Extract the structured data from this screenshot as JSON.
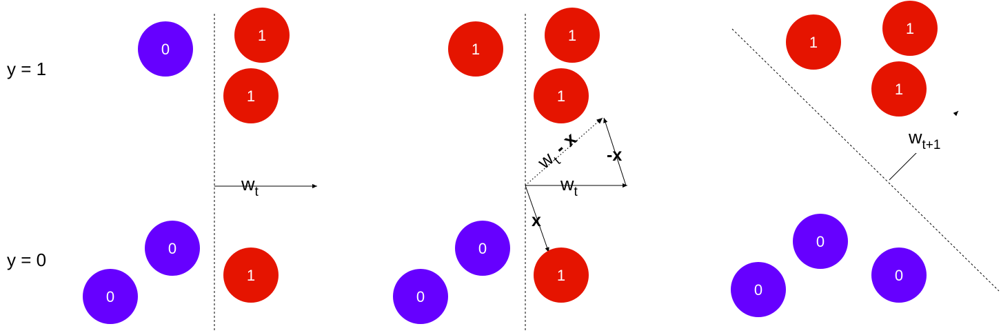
{
  "row_labels": {
    "top": "y = 1",
    "bottom": "y = 0"
  },
  "node_labels": {
    "class_zero": "0",
    "class_one": "1"
  },
  "colors": {
    "class_zero": "#6600ff",
    "class_one": "#e51400",
    "line": "#000000",
    "node_text": "#ffffff"
  },
  "panel1": {
    "nodes": [
      "0",
      "1",
      "1",
      "0",
      "1",
      "0"
    ],
    "weight": {
      "base": "w",
      "sub": "t"
    }
  },
  "panel2": {
    "nodes": [
      "1",
      "1",
      "1",
      "0",
      "1",
      "0"
    ],
    "weight": {
      "base": "w",
      "sub": "t"
    },
    "input_label": "x",
    "neg_input_label": "-x",
    "diff": {
      "base": "w",
      "sub": "t",
      "rest": " - x"
    }
  },
  "panel3": {
    "nodes": [
      "1",
      "1",
      "1",
      "0",
      "0",
      "0"
    ],
    "weight": {
      "base": "w",
      "sub": "t+1"
    }
  }
}
